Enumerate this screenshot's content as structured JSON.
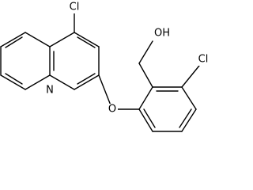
{
  "molecule": {
    "atoms": {
      "cl_quinoline": "Cl",
      "n_quinoline": "N",
      "o_ether": "O",
      "oh_hydroxyl": "OH",
      "cl_phenyl": "Cl"
    }
  }
}
